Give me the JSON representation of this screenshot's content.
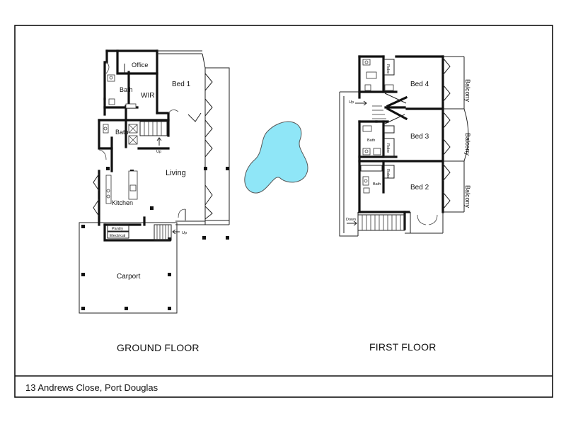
{
  "address": "13 Andrews Close, Port Douglas",
  "pool": {
    "color": "#8fe6f7"
  },
  "ground_floor": {
    "title": "GROUND FLOOR",
    "rooms": {
      "office": "Office",
      "bed1": "Bed 1",
      "bath_a": "Bath",
      "wir": "WIR",
      "bath_b": "Bath",
      "living": "Living",
      "kitchen": "Kitchen",
      "pantry": "Pantry",
      "electrical": "Electrical",
      "carport": "Carport"
    },
    "stairs": {
      "up_inner": "Up",
      "up_entry": "Up"
    }
  },
  "first_floor": {
    "title": "FIRST FLOOR",
    "rooms": {
      "bed4": "Bed 4",
      "bed3": "Bed 3",
      "bed2": "Bed 2",
      "robe1": "Robe",
      "robe2": "Robe",
      "robe3": "Robe",
      "bath_a": "Bath",
      "bath_b": "Bath",
      "balcony1": "Balcony",
      "balcony2": "Balcony",
      "balcony3": "Balcony"
    },
    "stairs": {
      "up": "Up",
      "down": "Down"
    }
  }
}
